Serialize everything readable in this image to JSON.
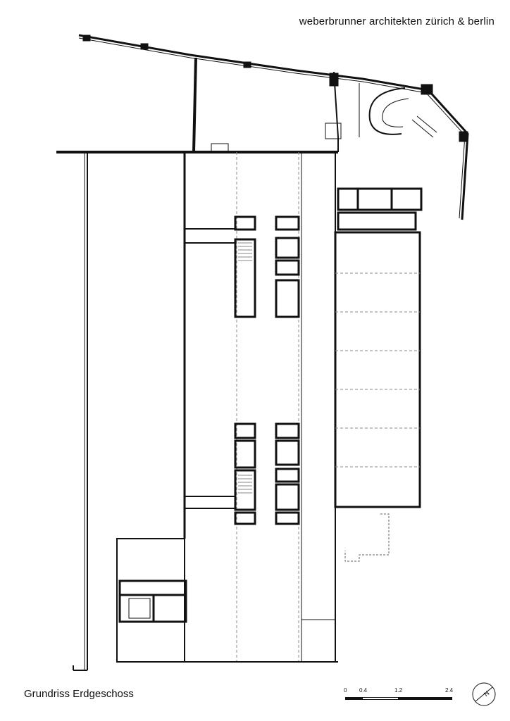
{
  "header": {
    "title": "weberbrunner architekten zürich & berlin"
  },
  "caption": {
    "title": "Grundriss Erdgeschoss"
  },
  "scale_bar": {
    "ticks": [
      "0",
      "0.4",
      "1.2",
      "2.4"
    ]
  },
  "north_arrow": {
    "label": "N"
  },
  "colors": {
    "ink": "#111111",
    "paper": "#ffffff",
    "grey": "#888888"
  }
}
